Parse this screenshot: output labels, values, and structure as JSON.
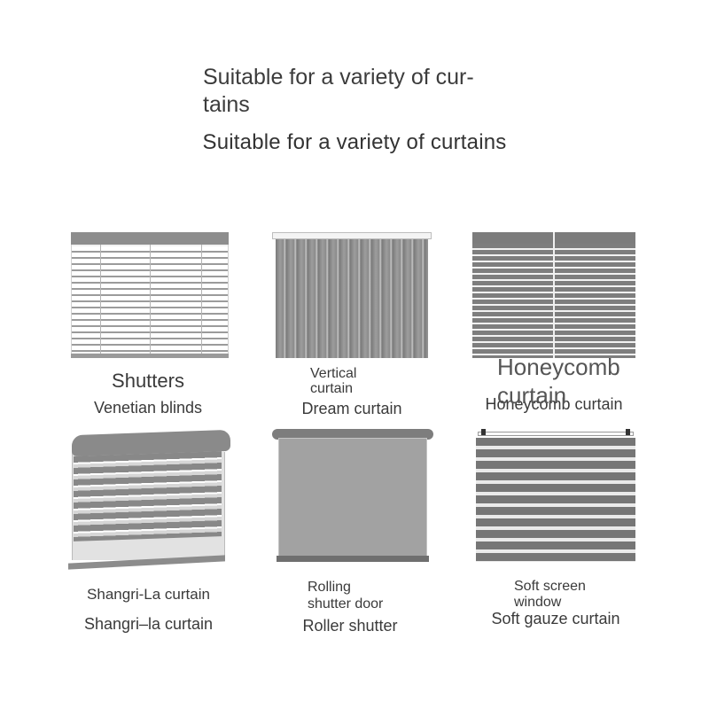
{
  "title_overlay": "Suitable for a variety of cur-\ntains",
  "title_main": "Suitable for a variety of curtains",
  "products": [
    {
      "icon": "venetian-blind-icon",
      "label_top": "Shutters",
      "label_bottom": "Venetian blinds"
    },
    {
      "icon": "vertical-blind-icon",
      "label_top": "Vertical\ncurtain",
      "label_bottom": "Dream curtain"
    },
    {
      "icon": "honeycomb-blind-icon",
      "label_top": "Honeycomb\ncurtain",
      "label_bottom": "Honeycomb curtain"
    },
    {
      "icon": "shangri-la-blind-icon",
      "label_top": "Shangri-La curtain",
      "label_bottom": "Shangri–la curtain"
    },
    {
      "icon": "roller-shade-icon",
      "label_top": "Rolling\nshutter door",
      "label_bottom": "Roller shutter"
    },
    {
      "icon": "zebra-blind-icon",
      "label_top": "Soft screen\nwindow",
      "label_bottom": "Soft gauze curtain"
    }
  ]
}
